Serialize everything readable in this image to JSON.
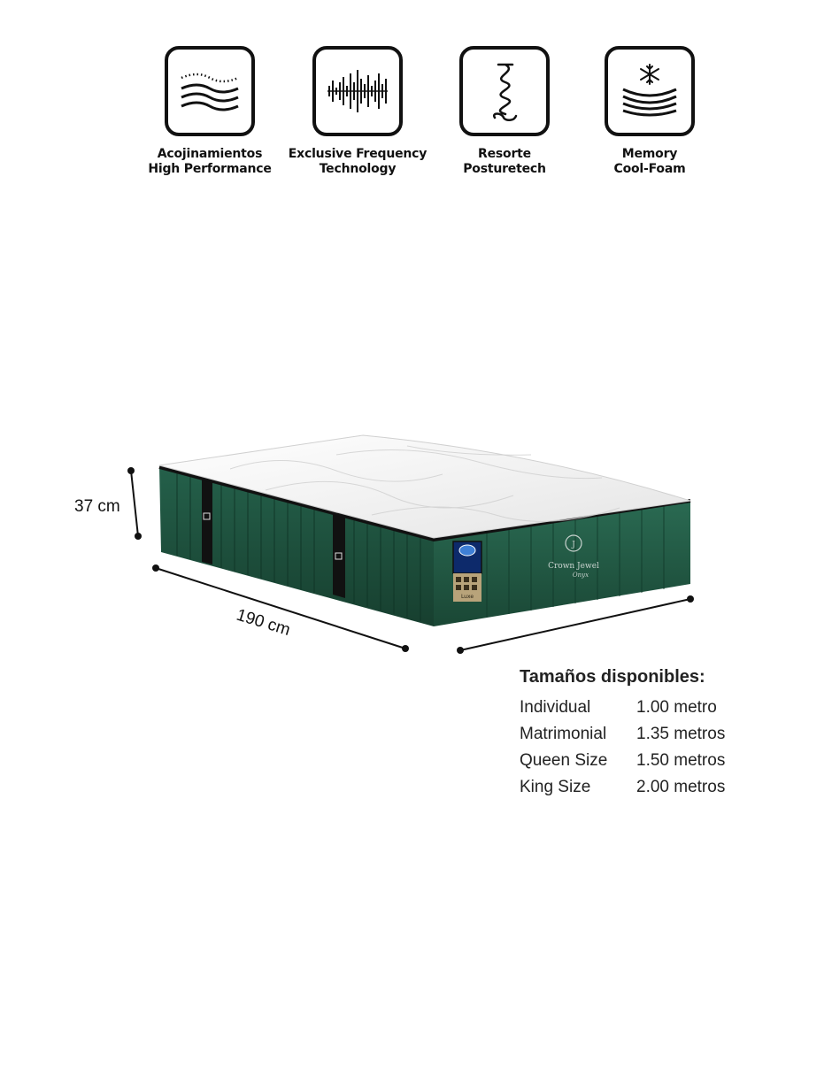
{
  "features": [
    {
      "icon": "wave-layers-icon",
      "line1": "Acojinamientos",
      "line2": "High Performance"
    },
    {
      "icon": "frequency-bars-icon",
      "line1": "Exclusive Frequency",
      "line2": "Technology"
    },
    {
      "icon": "spring-coil-icon",
      "line1": "Resorte",
      "line2": "Posturetech"
    },
    {
      "icon": "snowflake-foam-icon",
      "line1": "Memory",
      "line2": "Cool-Foam"
    }
  ],
  "dimensions": {
    "height": "37 cm",
    "length": "190 cm"
  },
  "mattress": {
    "brand_line1": "Crown Jewel",
    "brand_line2": "Onyx",
    "label_badge": "Luxe",
    "colors": {
      "side": "#1d4f3a",
      "top": "#f3f3f3",
      "band": "#111111"
    }
  },
  "sizes": {
    "title": "Tamaños disponibles:",
    "rows": [
      {
        "name": "Individual",
        "value": "1.00 metro"
      },
      {
        "name": "Matrimonial",
        "value": "1.35 metros"
      },
      {
        "name": "Queen Size",
        "value": "1.50 metros"
      },
      {
        "name": "King Size",
        "value": "2.00 metros"
      }
    ]
  }
}
